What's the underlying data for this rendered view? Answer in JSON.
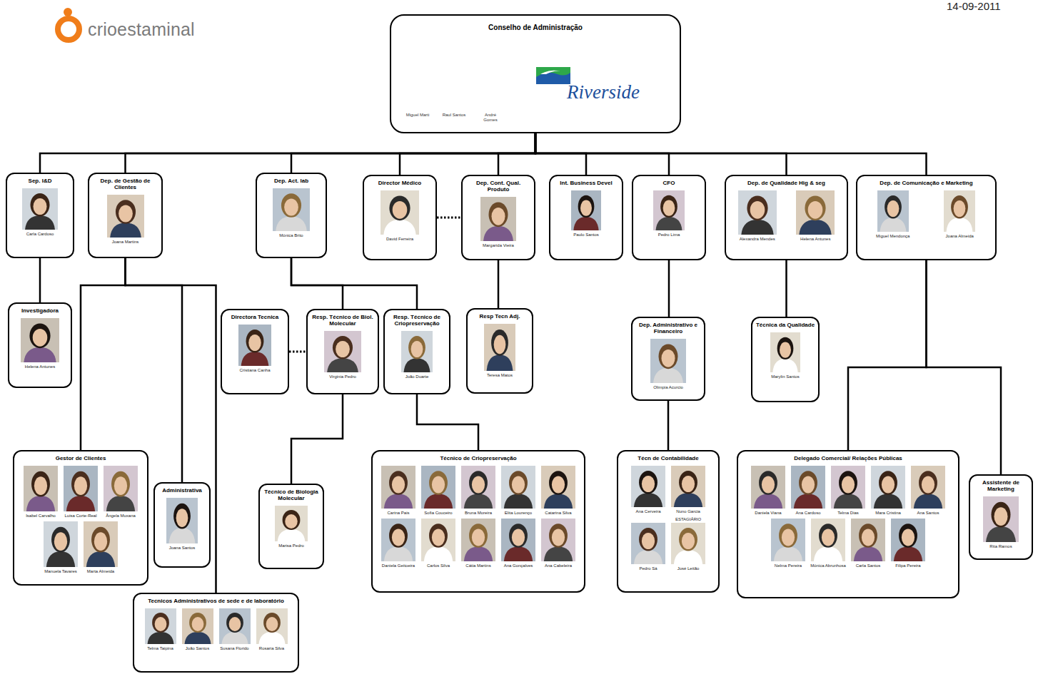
{
  "diagram": {
    "nodes": [
      {
        "text": [
          "Conselho de Administração",
          "Riverside",
          "Miguel Marti",
          "Raul Santos",
          "André Gomes"
        ]
      },
      {
        "text": [
          "Sep. I&D",
          "Carla Cardoso"
        ]
      },
      {
        "text": [
          "Dep. de Gestão de Clientes",
          "Joana Martins"
        ]
      },
      {
        "text": [
          "Dep. Act. lab",
          "Mónica Brito"
        ]
      },
      {
        "text": [
          "Director Médico",
          "David Ferreira"
        ]
      },
      {
        "text": [
          "Dep. Cont. Qual. Produto",
          "Margarida Vieira"
        ]
      },
      {
        "text": [
          "Int. Business Devel",
          "Paulo Santos"
        ]
      },
      {
        "text": [
          "CFO",
          "Pedro Lima"
        ]
      },
      {
        "text": [
          "Dep. de Qualidade Hig & seg",
          "Alexandra Mendes",
          "Helena Antunes"
        ]
      },
      {
        "text": [
          "Dep. de Comunicação e Marketing",
          "Miguel Mendonça",
          "Joana Almeida"
        ]
      },
      {
        "text": [
          "Investigadora",
          "Helena Antunes"
        ]
      },
      {
        "text": [
          "Directora Tecnica",
          "Cristiana Canha"
        ]
      },
      {
        "text": [
          "Resp. Técnico de Biol. Molecular",
          "Virginia Pedro"
        ]
      },
      {
        "text": [
          "Resp. Técnico de Criopreservação",
          "João Duarte"
        ]
      },
      {
        "text": [
          "Resp Tecn Adj.",
          "Teresa Matos"
        ]
      },
      {
        "text": [
          "Dep. Administrativo e Financeiro",
          "Olimpia Acurcio"
        ]
      },
      {
        "text": [
          "Técnica da Qualidade",
          "Marylin Santos"
        ]
      },
      {
        "text": [
          "Gestor de Clientes",
          "Isabel Carvalho",
          "Luisa Corte-Real",
          "Ângela Muxana",
          "Manuela Tavares",
          "Marta Almeida"
        ]
      },
      {
        "text": [
          "Administrativa",
          "Joana Santos"
        ]
      },
      {
        "text": [
          "Técnico de Biologia Molecular",
          "Marisa Pedro"
        ]
      },
      {
        "text": [
          "Técnico de Criopreservação",
          "Carina Pais",
          "Sofia Couceiro",
          "Bruna Moreira",
          "Elita Lourenço",
          "Catarina Silva",
          "Daniela Geitoeira",
          "Carlos Silva",
          "Cátia Martins",
          "Ana Gonçalves",
          "Ana Cabeleira"
        ]
      },
      {
        "text": [
          "Técn de Contabilidade",
          "Ana Cerveira",
          "Nuno Garcia",
          "Pedro Sá",
          "ESTAGIÁRIO",
          "José Leitão"
        ]
      },
      {
        "text": [
          "Delegado Comercial/ Relações Públicas",
          "Daniela Viana",
          "Ana Cardoso",
          "Telma Dias",
          "Mara Cristina",
          "Ana Santos",
          "Nelma Pereira",
          "Mónica Abrunhosa",
          "Carla Santos",
          "Filipa Pereira"
        ]
      },
      {
        "text": [
          "Assistente de Marketing",
          "Rita Ramos"
        ]
      },
      {
        "text": [
          "Tecnicos Administrativos de sede e de laboratório",
          "Telma Taipina",
          "João Santos",
          "Susana Florido",
          "Rosaria Silva"
        ]
      }
    ],
    "edges": [
      {
        "from": 0,
        "to": 1,
        "arrow": "none"
      },
      {
        "from": 0,
        "to": 2,
        "arrow": "none"
      },
      {
        "from": 0,
        "to": 3,
        "arrow": "none"
      },
      {
        "from": 0,
        "to": 4,
        "arrow": "none"
      },
      {
        "from": 0,
        "to": 5,
        "arrow": "none"
      },
      {
        "from": 0,
        "to": 6,
        "arrow": "none"
      },
      {
        "from": 0,
        "to": 7,
        "arrow": "none"
      },
      {
        "from": 0,
        "to": 8,
        "arrow": "none"
      },
      {
        "from": 0,
        "to": 9,
        "arrow": "none"
      },
      {
        "from": 4,
        "to": 5,
        "arrow": "none"
      },
      {
        "from": 1,
        "to": 10,
        "arrow": "none"
      },
      {
        "from": 2,
        "to": 17,
        "arrow": "none"
      },
      {
        "from": 2,
        "to": 18,
        "arrow": "none"
      },
      {
        "from": 2,
        "to": 24,
        "arrow": "none"
      },
      {
        "from": 3,
        "to": 12,
        "arrow": "none"
      },
      {
        "from": 3,
        "to": 13,
        "arrow": "none"
      },
      {
        "from": 11,
        "to": 12,
        "arrow": "none"
      },
      {
        "from": 5,
        "to": 14,
        "arrow": "none"
      },
      {
        "from": 7,
        "to": 15,
        "arrow": "none"
      },
      {
        "from": 8,
        "to": 16,
        "arrow": "none"
      },
      {
        "from": 12,
        "to": 19,
        "arrow": "none"
      },
      {
        "from": 13,
        "to": 20,
        "arrow": "none"
      },
      {
        "from": 15,
        "to": 21,
        "arrow": "none"
      },
      {
        "from": 9,
        "to": 22,
        "arrow": "none"
      },
      {
        "from": 9,
        "to": 23,
        "arrow": "none"
      }
    ],
    "labels": [
      "crioestaminal",
      "14-09-2011"
    ]
  }
}
